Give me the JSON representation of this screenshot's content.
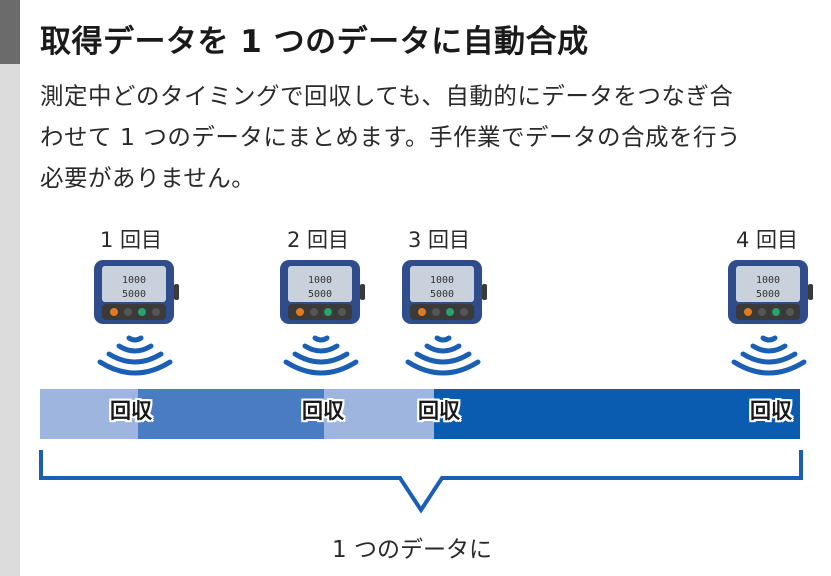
{
  "heading": "取得データを 1 つのデータに自動合成",
  "body": {
    "line1": "測定中どのタイミングで回収しても、自動的にデータをつなぎ合",
    "line2": "わせて 1 つのデータにまとめます。手作業でデータの合成を行う",
    "line3": "必要がありません。"
  },
  "rounds": [
    {
      "label": "1 回目",
      "collect": "回収"
    },
    {
      "label": "2 回目",
      "collect": "回収"
    },
    {
      "label": "3 回目",
      "collect": "回収"
    },
    {
      "label": "4 回目",
      "collect": "回収"
    }
  ],
  "device": {
    "reading_top": "1000",
    "reading_bottom": "5000"
  },
  "caption": "1 つのデータに",
  "colors": {
    "light_blue": "#9db5df",
    "mid_blue": "#4a7cc4",
    "dark_blue": "#0a5cb0",
    "wave_blue": "#1a5fb4",
    "bracket_blue": "#1a5fb4"
  }
}
